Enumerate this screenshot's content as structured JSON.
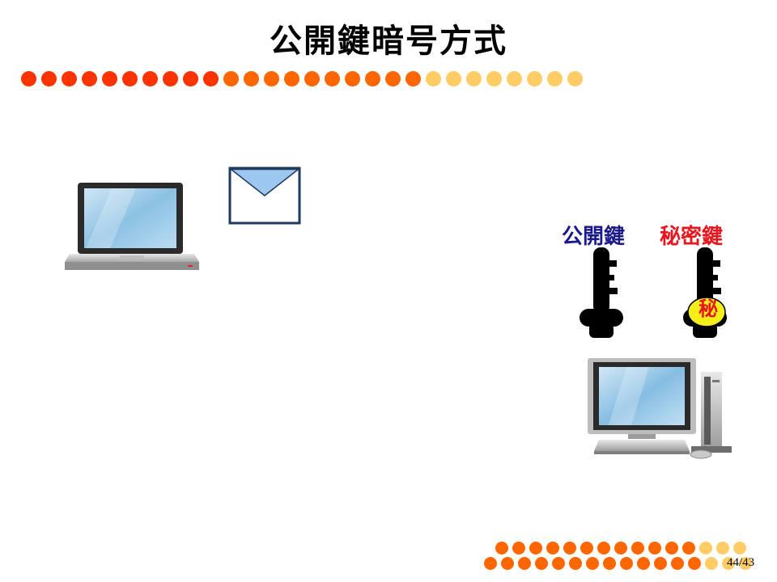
{
  "slide": {
    "title": "公開鍵暗号方式",
    "page_number": "44/43"
  },
  "keys": {
    "public_label": "公開鍵",
    "secret_label": "秘密鍵",
    "secret_badge": "秘"
  },
  "colors": {
    "dot_red": "#ff3300",
    "dot_orange": "#ff6600",
    "dot_yellow": "#ffcc66",
    "public_label": "#1a1a8c",
    "secret_label": "#e8141e",
    "envelope_fill": "#9cc8f0",
    "envelope_border": "#1f3a5c"
  },
  "icons": {
    "laptop": "laptop-icon",
    "envelope": "envelope-icon",
    "public_key": "key-icon",
    "secret_key": "key-icon",
    "desktop": "desktop-computer-icon"
  }
}
